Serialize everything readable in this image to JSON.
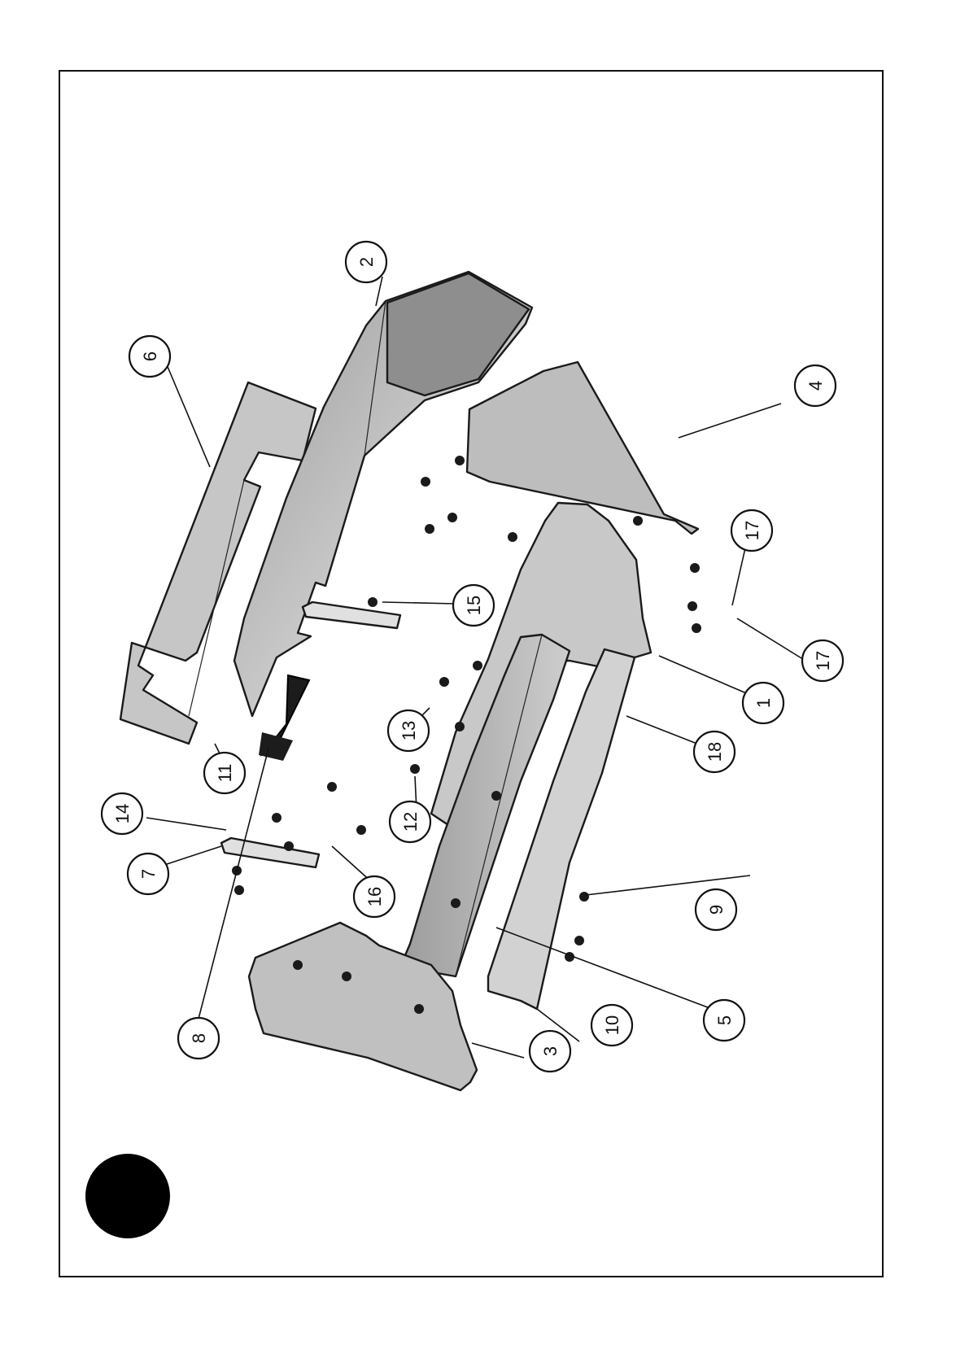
{
  "callouts": [
    {
      "id": "c1",
      "label": "1"
    },
    {
      "id": "c2",
      "label": "2"
    },
    {
      "id": "c3",
      "label": "3"
    },
    {
      "id": "c4",
      "label": "4"
    },
    {
      "id": "c5",
      "label": "5"
    },
    {
      "id": "c6",
      "label": "6"
    },
    {
      "id": "c7",
      "label": "7"
    },
    {
      "id": "c8",
      "label": "8"
    },
    {
      "id": "c9",
      "label": "9"
    },
    {
      "id": "c10",
      "label": "10"
    },
    {
      "id": "c11",
      "label": "11"
    },
    {
      "id": "c12",
      "label": "12"
    },
    {
      "id": "c13",
      "label": "13"
    },
    {
      "id": "c14",
      "label": "14"
    },
    {
      "id": "c15",
      "label": "15"
    },
    {
      "id": "c16",
      "label": "16"
    },
    {
      "id": "c17a",
      "label": "17"
    },
    {
      "id": "c17b",
      "label": "17"
    },
    {
      "id": "c18",
      "label": "18"
    }
  ],
  "colors": {
    "panel_light": "#cfcfcf",
    "panel_mid": "#b4b4b4",
    "panel_dark": "#8c8c8c",
    "ink": "#111111",
    "handle": "#1c1c1c"
  }
}
